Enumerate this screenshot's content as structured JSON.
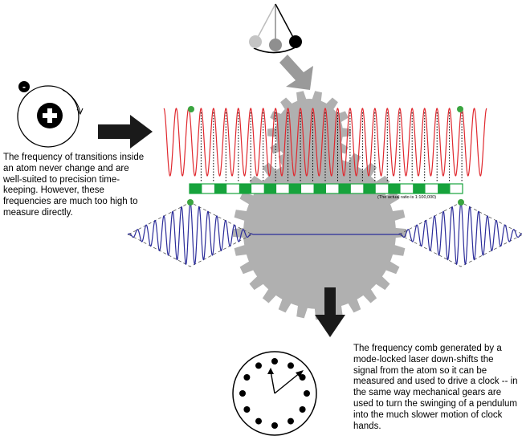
{
  "captions": {
    "atom": "The frequency of transitions inside an atom never change and are well-suited to precision time-keeping. However, these frequencies are much too high to measure directly.",
    "comb": "The frequency comb generated by a mode-locked laser down-shifts the signal from the atom so it can be measured and used to drive a clock -- in the same way mechanical gears are used to turn the swinging of a pendulum into the much slower motion of clock hands."
  },
  "ratio_note": "(The actual ratio is 1:100,000)",
  "atom": {
    "electron_symbol": "-",
    "nucleus_symbol": "+"
  },
  "colors": {
    "optical_wave": "#e0282e",
    "comb_wave": "#2b2c9a",
    "comb_bar": "#17a33c",
    "marker_dot": "#3aa540",
    "gear": "#b0b0b0",
    "arrow_dark": "#1a1a1a",
    "arrow_gray": "#9a9a9a"
  },
  "icons": [
    "pendulum-icon",
    "atom-icon",
    "gear-icon",
    "clock-icon",
    "arrow-icon"
  ]
}
